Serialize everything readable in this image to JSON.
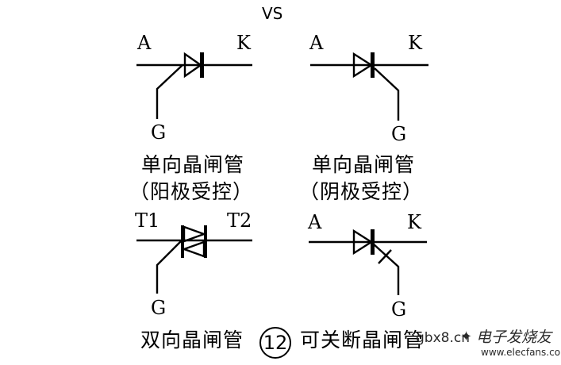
{
  "header": {
    "vs": "VS"
  },
  "symbols": {
    "scr_anode": {
      "left_terminal": "A",
      "right_terminal": "K",
      "gate_terminal": "G",
      "caption_line1": "单向晶闸管",
      "caption_line2": "（阳极受控）"
    },
    "scr_cathode": {
      "left_terminal": "A",
      "right_terminal": "K",
      "gate_terminal": "G",
      "caption_line1": "单向晶闸管",
      "caption_line2": "（阴极受控）"
    },
    "triac": {
      "left_terminal": "T1",
      "right_terminal": "T2",
      "gate_terminal": "G",
      "caption": "双向晶闸管"
    },
    "gto": {
      "left_terminal": "A",
      "right_terminal": "K",
      "gate_terminal": "G",
      "caption": "可关断晶闸管"
    }
  },
  "figure_number": "12",
  "watermark": {
    "left": "gbx8.cn",
    "right": "电子发烧友",
    "url": "www.elecfans.com"
  }
}
